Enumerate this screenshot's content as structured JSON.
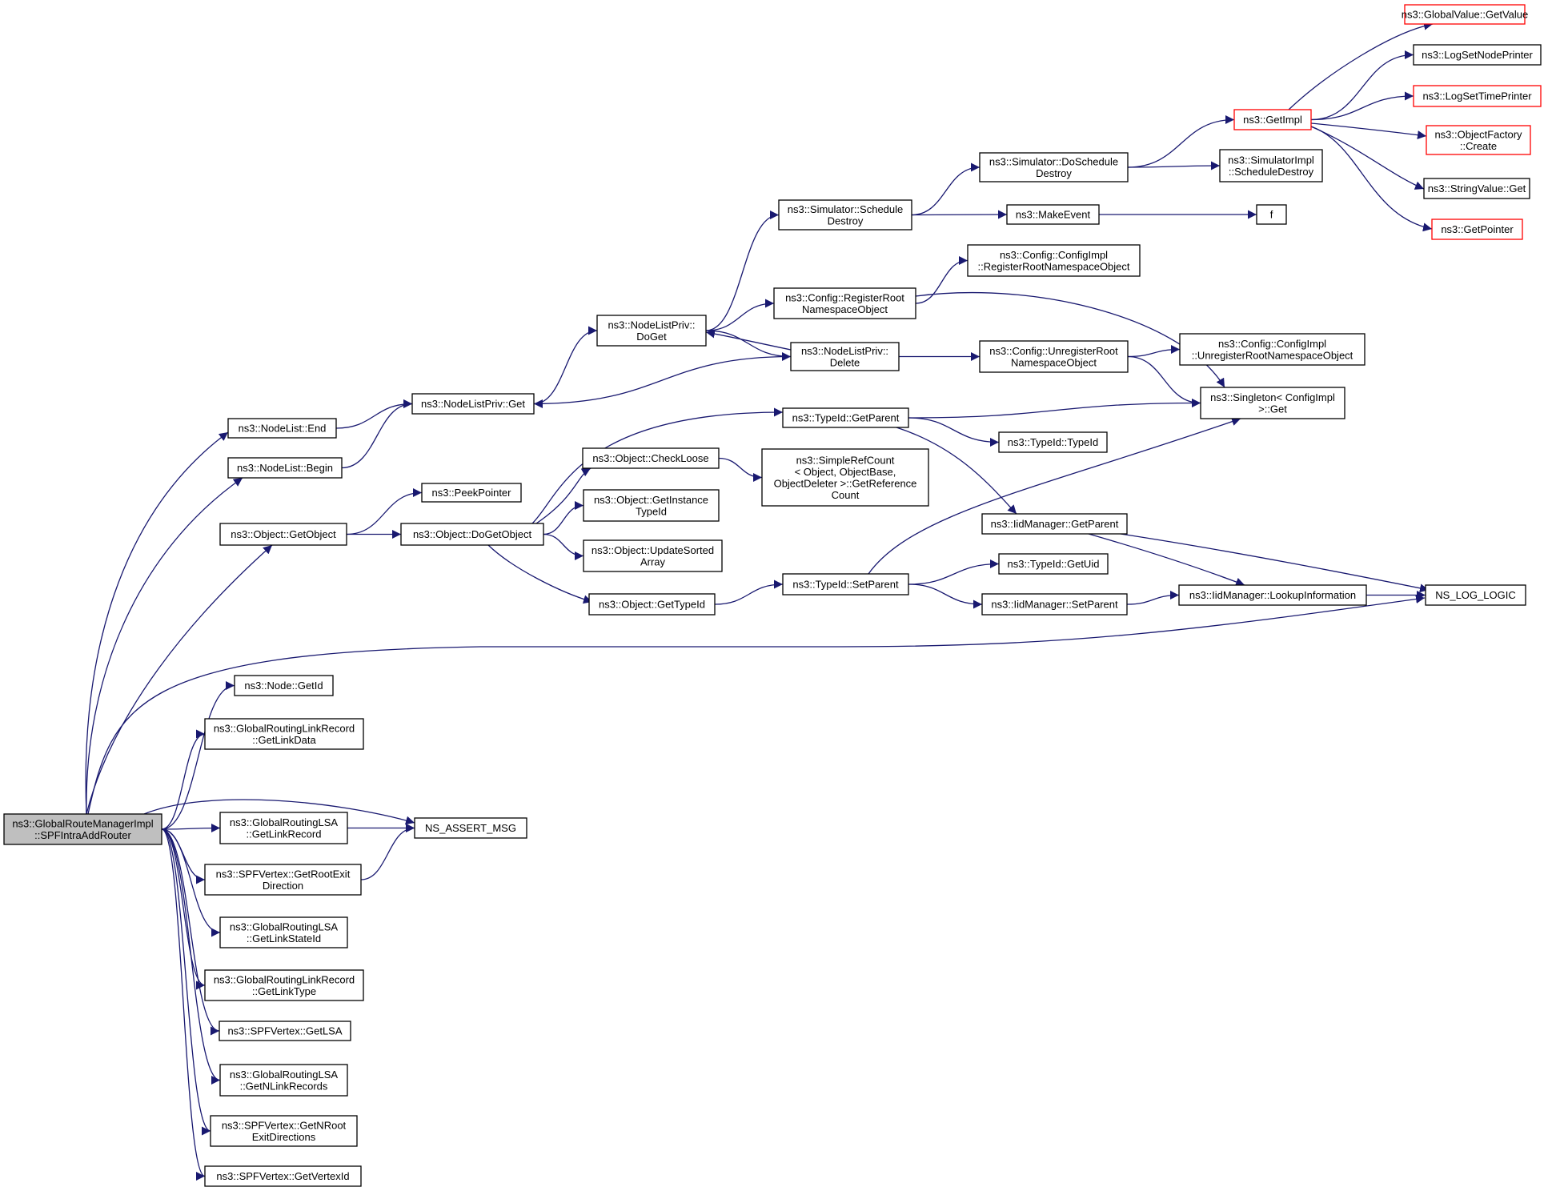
{
  "nodes": [
    {
      "id": "root",
      "lines": [
        "ns3::GlobalRouteManagerImpl",
        "::SPFIntraAddRouter"
      ],
      "style": "root"
    },
    {
      "id": "nodelist_end",
      "lines": [
        "ns3::NodeList::End"
      ]
    },
    {
      "id": "nodelist_begin",
      "lines": [
        "ns3::NodeList::Begin"
      ]
    },
    {
      "id": "nodelistpriv_get",
      "lines": [
        "ns3::NodeListPriv::Get"
      ]
    },
    {
      "id": "nodelistpriv_doget",
      "lines": [
        "ns3::NodeListPriv::",
        "DoGet"
      ]
    },
    {
      "id": "nodelistpriv_delete",
      "lines": [
        "ns3::NodeListPriv::",
        "Delete"
      ]
    },
    {
      "id": "sim_schedule_destroy",
      "lines": [
        "ns3::Simulator::Schedule",
        "Destroy"
      ]
    },
    {
      "id": "sim_doschedule_destroy",
      "lines": [
        "ns3::Simulator::DoSchedule",
        "Destroy"
      ]
    },
    {
      "id": "getimpl",
      "lines": [
        "ns3::GetImpl"
      ],
      "style": "red"
    },
    {
      "id": "globalvalue_getvalue",
      "lines": [
        "ns3::GlobalValue::GetValue"
      ],
      "style": "red"
    },
    {
      "id": "logsetnodeprinter",
      "lines": [
        "ns3::LogSetNodePrinter"
      ]
    },
    {
      "id": "logsettimeprinter",
      "lines": [
        "ns3::LogSetTimePrinter"
      ],
      "style": "red"
    },
    {
      "id": "objectfactory_create",
      "lines": [
        "ns3::ObjectFactory",
        "::Create"
      ],
      "style": "red"
    },
    {
      "id": "stringvalue_get",
      "lines": [
        "ns3::StringValue::Get"
      ]
    },
    {
      "id": "getpointer",
      "lines": [
        "ns3::GetPointer"
      ],
      "style": "red"
    },
    {
      "id": "simimpl_scheduledestroy",
      "lines": [
        "ns3::SimulatorImpl",
        "::ScheduleDestroy"
      ]
    },
    {
      "id": "makeevent",
      "lines": [
        "ns3::MakeEvent"
      ]
    },
    {
      "id": "f",
      "lines": [
        "f"
      ]
    },
    {
      "id": "configimpl_register",
      "lines": [
        "ns3::Config::ConfigImpl",
        "::RegisterRootNamespaceObject"
      ]
    },
    {
      "id": "config_register",
      "lines": [
        "ns3::Config::RegisterRoot",
        "NamespaceObject"
      ]
    },
    {
      "id": "config_unregister",
      "lines": [
        "ns3::Config::UnregisterRoot",
        "NamespaceObject"
      ]
    },
    {
      "id": "configimpl_unregister",
      "lines": [
        "ns3::Config::ConfigImpl",
        "::UnregisterRootNamespaceObject"
      ]
    },
    {
      "id": "singleton_get",
      "lines": [
        "ns3::Singleton< ConfigImpl",
        ">::Get"
      ]
    },
    {
      "id": "typeid_getparent",
      "lines": [
        "ns3::TypeId::GetParent"
      ]
    },
    {
      "id": "typeid_typeid",
      "lines": [
        "ns3::TypeId::TypeId"
      ]
    },
    {
      "id": "iidmanager_getparent",
      "lines": [
        "ns3::IidManager::GetParent"
      ]
    },
    {
      "id": "typeid_getuid",
      "lines": [
        "ns3::TypeId::GetUid"
      ]
    },
    {
      "id": "typeid_setparent",
      "lines": [
        "ns3::TypeId::SetParent"
      ]
    },
    {
      "id": "iidmanager_setparent",
      "lines": [
        "ns3::IidManager::SetParent"
      ]
    },
    {
      "id": "iidmanager_lookup",
      "lines": [
        "ns3::IidManager::LookupInformation"
      ]
    },
    {
      "id": "ns_log_logic",
      "lines": [
        "NS_LOG_LOGIC"
      ]
    },
    {
      "id": "object_checkloose",
      "lines": [
        "ns3::Object::CheckLoose"
      ]
    },
    {
      "id": "simplerefcount",
      "lines": [
        "ns3::SimpleRefCount",
        "< Object, ObjectBase,",
        "ObjectDeleter >::GetReference",
        "Count"
      ]
    },
    {
      "id": "peekpointer",
      "lines": [
        "ns3::PeekPointer"
      ]
    },
    {
      "id": "object_getobject",
      "lines": [
        "ns3::Object::GetObject"
      ]
    },
    {
      "id": "object_dogetobject",
      "lines": [
        "ns3::Object::DoGetObject"
      ]
    },
    {
      "id": "object_getinstancetypeid",
      "lines": [
        "ns3::Object::GetInstance",
        "TypeId"
      ]
    },
    {
      "id": "object_updatesortedarray",
      "lines": [
        "ns3::Object::UpdateSorted",
        "Array"
      ]
    },
    {
      "id": "object_gettypeid",
      "lines": [
        "ns3::Object::GetTypeId"
      ]
    },
    {
      "id": "node_getid",
      "lines": [
        "ns3::Node::GetId"
      ]
    },
    {
      "id": "linkrecord_getlinkdata",
      "lines": [
        "ns3::GlobalRoutingLinkRecord",
        "::GetLinkData"
      ]
    },
    {
      "id": "lsa_getlinkrecord",
      "lines": [
        "ns3::GlobalRoutingLSA",
        "::GetLinkRecord"
      ]
    },
    {
      "id": "ns_assert_msg",
      "lines": [
        "NS_ASSERT_MSG"
      ]
    },
    {
      "id": "spf_getrootexitdirection",
      "lines": [
        "ns3::SPFVertex::GetRootExit",
        "Direction"
      ]
    },
    {
      "id": "lsa_getlinkstateid",
      "lines": [
        "ns3::GlobalRoutingLSA",
        "::GetLinkStateId"
      ]
    },
    {
      "id": "linkrecord_getlinktype",
      "lines": [
        "ns3::GlobalRoutingLinkRecord",
        "::GetLinkType"
      ]
    },
    {
      "id": "spf_getlsa",
      "lines": [
        "ns3::SPFVertex::GetLSA"
      ]
    },
    {
      "id": "lsa_getnlinkrecords",
      "lines": [
        "ns3::GlobalRoutingLSA",
        "::GetNLinkRecords"
      ]
    },
    {
      "id": "spf_getnrootexitdirections",
      "lines": [
        "ns3::SPFVertex::GetNRoot",
        "ExitDirections"
      ]
    },
    {
      "id": "spf_getvertexid",
      "lines": [
        "ns3::SPFVertex::GetVertexId"
      ]
    }
  ],
  "edges": [
    [
      "root",
      "nodelist_end"
    ],
    [
      "root",
      "nodelist_begin"
    ],
    [
      "root",
      "object_getobject"
    ],
    [
      "root",
      "ns_log_logic"
    ],
    [
      "root",
      "node_getid"
    ],
    [
      "root",
      "linkrecord_getlinkdata"
    ],
    [
      "root",
      "ns_assert_msg"
    ],
    [
      "root",
      "lsa_getlinkrecord"
    ],
    [
      "root",
      "spf_getrootexitdirection"
    ],
    [
      "root",
      "lsa_getlinkstateid"
    ],
    [
      "root",
      "linkrecord_getlinktype"
    ],
    [
      "root",
      "spf_getlsa"
    ],
    [
      "root",
      "lsa_getnlinkrecords"
    ],
    [
      "root",
      "spf_getnrootexitdirections"
    ],
    [
      "root",
      "spf_getvertexid"
    ],
    [
      "nodelist_end",
      "nodelistpriv_get"
    ],
    [
      "nodelist_begin",
      "nodelistpriv_get"
    ],
    [
      "nodelistpriv_get",
      "nodelistpriv_doget"
    ],
    [
      "nodelistpriv_doget",
      "sim_schedule_destroy"
    ],
    [
      "nodelistpriv_doget",
      "config_register"
    ],
    [
      "nodelistpriv_doget",
      "nodelistpriv_delete"
    ],
    [
      "nodelistpriv_delete",
      "nodelistpriv_doget"
    ],
    [
      "nodelistpriv_delete",
      "nodelistpriv_get"
    ],
    [
      "nodelistpriv_delete",
      "config_unregister"
    ],
    [
      "sim_schedule_destroy",
      "sim_doschedule_destroy"
    ],
    [
      "sim_schedule_destroy",
      "makeevent"
    ],
    [
      "sim_doschedule_destroy",
      "getimpl"
    ],
    [
      "sim_doschedule_destroy",
      "simimpl_scheduledestroy"
    ],
    [
      "getimpl",
      "globalvalue_getvalue"
    ],
    [
      "getimpl",
      "logsetnodeprinter"
    ],
    [
      "getimpl",
      "logsettimeprinter"
    ],
    [
      "getimpl",
      "objectfactory_create"
    ],
    [
      "getimpl",
      "stringvalue_get"
    ],
    [
      "getimpl",
      "getpointer"
    ],
    [
      "makeevent",
      "f"
    ],
    [
      "config_register",
      "configimpl_register"
    ],
    [
      "config_register",
      "singleton_get"
    ],
    [
      "config_unregister",
      "configimpl_unregister"
    ],
    [
      "config_unregister",
      "singleton_get"
    ],
    [
      "object_getobject",
      "peekpointer"
    ],
    [
      "object_getobject",
      "object_dogetobject"
    ],
    [
      "object_dogetobject",
      "typeid_getparent"
    ],
    [
      "object_dogetobject",
      "object_checkloose"
    ],
    [
      "object_dogetobject",
      "object_getinstancetypeid"
    ],
    [
      "object_dogetobject",
      "object_updatesortedarray"
    ],
    [
      "object_dogetobject",
      "object_gettypeid"
    ],
    [
      "object_checkloose",
      "simplerefcount"
    ],
    [
      "typeid_getparent",
      "singleton_get"
    ],
    [
      "typeid_getparent",
      "typeid_typeid"
    ],
    [
      "typeid_getparent",
      "iidmanager_getparent"
    ],
    [
      "object_gettypeid",
      "typeid_setparent"
    ],
    [
      "typeid_setparent",
      "singleton_get"
    ],
    [
      "typeid_setparent",
      "typeid_getuid"
    ],
    [
      "typeid_setparent",
      "iidmanager_setparent"
    ],
    [
      "iidmanager_getparent",
      "iidmanager_lookup"
    ],
    [
      "iidmanager_getparent",
      "ns_log_logic"
    ],
    [
      "iidmanager_setparent",
      "iidmanager_lookup"
    ],
    [
      "iidmanager_lookup",
      "ns_log_logic"
    ],
    [
      "lsa_getlinkrecord",
      "ns_assert_msg"
    ],
    [
      "spf_getrootexitdirection",
      "ns_assert_msg"
    ]
  ],
  "colors": {
    "edge": "#191970",
    "root_fill": "#bfbfbf",
    "red_border": "#ff0000"
  }
}
